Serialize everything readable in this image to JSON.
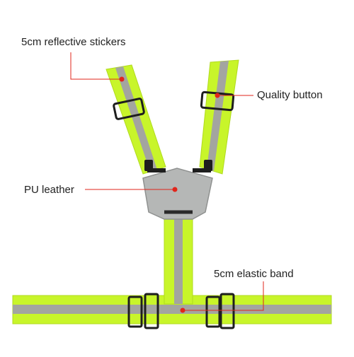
{
  "image": {
    "description_labels": {
      "stickers": "5cm reflective stickers",
      "button": "Quality button",
      "leather": "PU leather",
      "band": "5cm elastic band"
    },
    "colors": {
      "fluorescent": "#c8f52a",
      "reflective_stripe": "#a3a5a0",
      "leather_panel": "#b5b7b6",
      "buckle": "#1e1e1e",
      "callout": "#e1251b",
      "background": "#ffffff"
    }
  }
}
